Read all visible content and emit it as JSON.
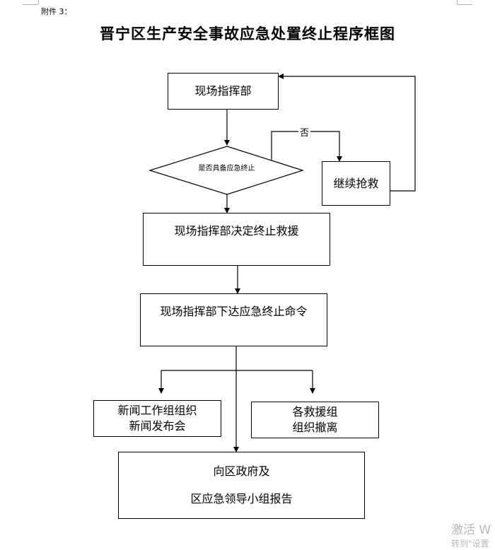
{
  "attachment_label": "附件 3：",
  "title": "晋宁区生产安全事故应急处置终止程序框图",
  "nodes": {
    "command": "现场指挥部",
    "decision": "是否具备应急终止",
    "no_label": "否",
    "continue": "继续抢救",
    "decide_end": "现场指挥部决定终止救援",
    "issue_order": "现场指挥部下达应急终止命令",
    "news_line1": "新闻工作组组织",
    "news_line2": "新闻发布会",
    "rescue_line1": "各救援组",
    "rescue_line2": "组织撤离",
    "report_line1": "向区政府及",
    "report_line2": "区应急领导小组报告"
  },
  "watermark": {
    "line1": "激活 W",
    "line2": "转到\"设置"
  }
}
